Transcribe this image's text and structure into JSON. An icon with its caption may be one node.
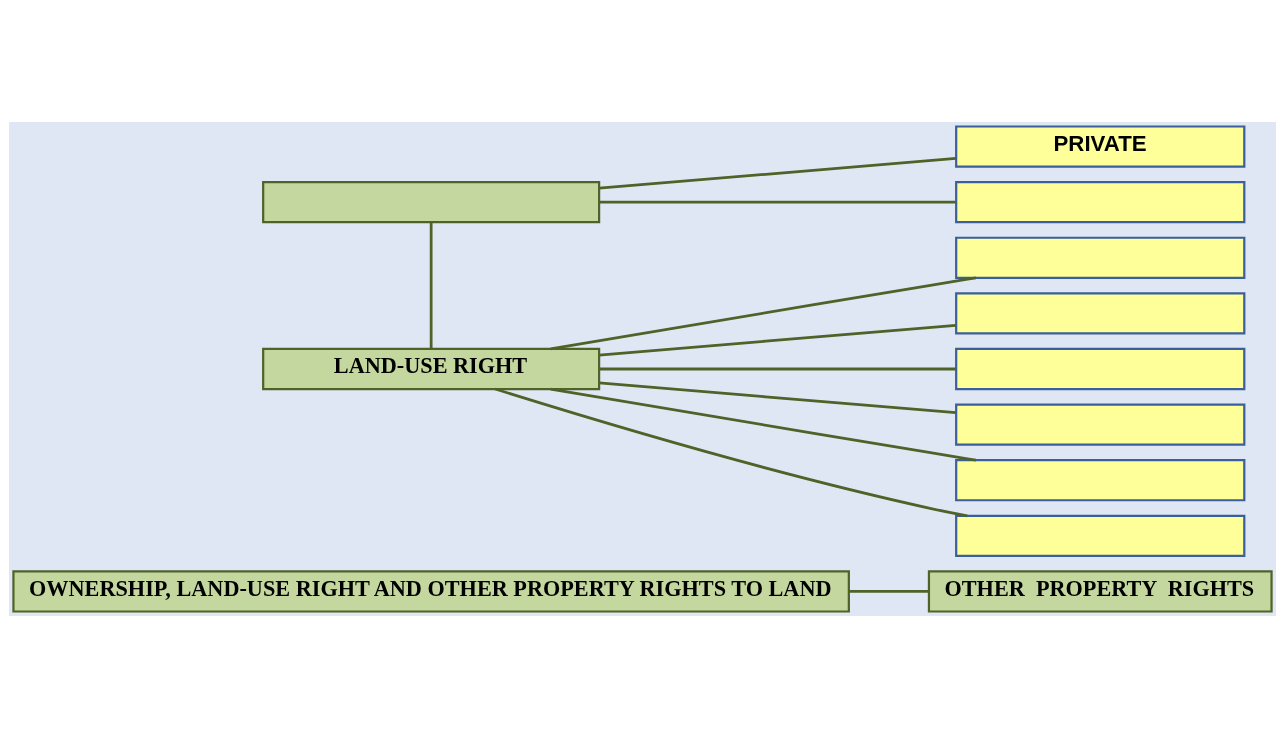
{
  "diagram": {
    "nodes": [
      {
        "text": [
          "OTHER  PROPERTY  RIGHTS"
        ]
      },
      {
        "text": [
          "PRIVATE"
        ]
      },
      {
        "text": [],
        "shape": "box"
      },
      {
        "text": [],
        "shape": "box"
      },
      {
        "text": [],
        "shape": "box"
      },
      {
        "text": [],
        "shape": "box"
      },
      {
        "text": [],
        "shape": "box"
      },
      {
        "text": [],
        "shape": "box"
      },
      {
        "text": [],
        "shape": "box"
      },
      {
        "text": [],
        "shape": "box"
      },
      {
        "text": [
          "LAND-USE RIGHT"
        ]
      },
      {
        "text": [
          "OWNERSHIP, LAND-USE RIGHT AND OTHER PROPERTY RIGHTS TO LAND"
        ]
      }
    ],
    "edges": [
      {
        "from": 11,
        "to": 0,
        "arrow": "none"
      },
      {
        "from": 9,
        "to": 10,
        "arrow": "none"
      },
      {
        "from": 9,
        "to": 1,
        "arrow": "none"
      },
      {
        "from": 9,
        "to": 2,
        "arrow": "none"
      },
      {
        "from": 10,
        "to": 3,
        "arrow": "none"
      },
      {
        "from": 10,
        "to": 4,
        "arrow": "none"
      },
      {
        "from": 10,
        "to": 5,
        "arrow": "none"
      },
      {
        "from": 10,
        "to": 6,
        "arrow": "none"
      },
      {
        "from": 10,
        "to": 7,
        "arrow": "none"
      },
      {
        "from": 10,
        "to": 8,
        "arrow": "none"
      }
    ]
  }
}
